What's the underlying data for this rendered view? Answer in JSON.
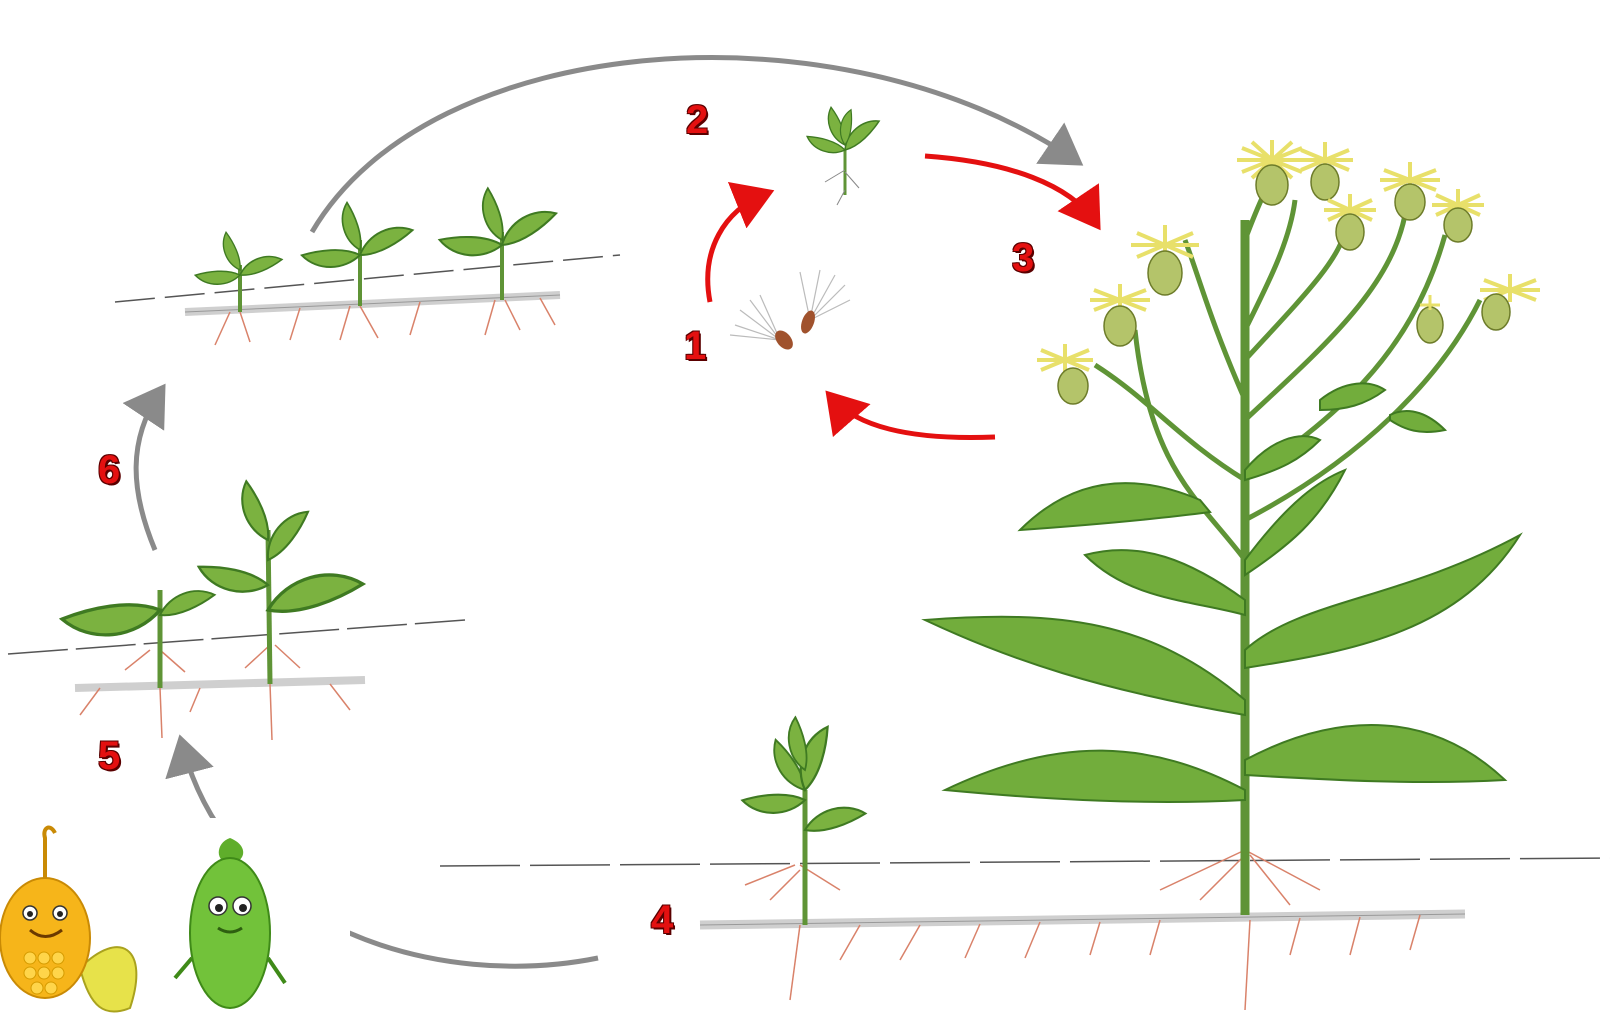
{
  "diagram": {
    "steps": [
      {
        "number": "1"
      },
      {
        "number": "2"
      },
      {
        "number": "3"
      },
      {
        "number": "4"
      },
      {
        "number": "5"
      },
      {
        "number": "6"
      }
    ],
    "colors": {
      "step_label": "#e41010",
      "red_arrow": "#e41010",
      "gray_arrow": "#8a8a8a",
      "leaf": "#6fa83a",
      "leaf_dark": "#3f7a22",
      "stem": "#5f9436",
      "root": "#d9826a",
      "rhizome": "#cfcfcf",
      "flower": "#f3ee9a",
      "flower_bud": "#b4c46a",
      "ground_line": "#555555"
    },
    "mascots": [
      {
        "icon": "corn-mascot-icon"
      },
      {
        "icon": "bean-mascot-icon"
      }
    ]
  }
}
